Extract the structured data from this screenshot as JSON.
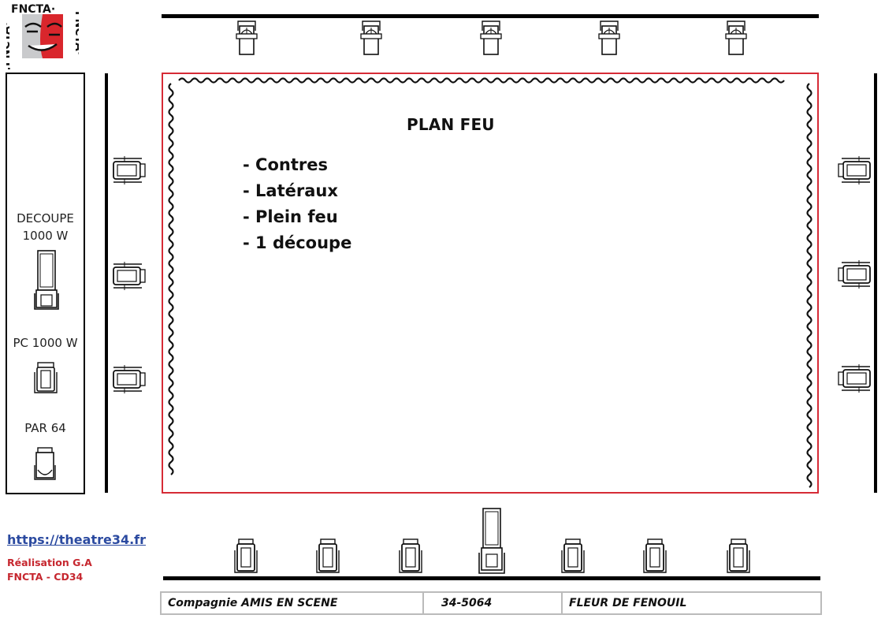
{
  "logo": {
    "text": "FNCTA"
  },
  "legend": {
    "items": [
      {
        "label_line1": "DECOUPE",
        "label_line2": "1000 W",
        "icon": "decoupe-icon"
      },
      {
        "label_line1": "PC 1000 W",
        "icon": "pc-icon"
      },
      {
        "label_line1": "PAR 64",
        "icon": "par64-icon"
      }
    ]
  },
  "plan": {
    "title": "PLAN FEU",
    "items": [
      "- Contres",
      "- Latéraux",
      "- Plein feu",
      "- 1 découpe"
    ]
  },
  "links": {
    "url": "https://theatre34.fr",
    "credit_line1": "Réalisation G.A",
    "credit_line2": "FNCTA - CD34"
  },
  "footer": {
    "company": "Compagnie AMIS EN SCENE",
    "code": "34-5064",
    "title": "FLEUR DE FENOUIL"
  },
  "colors": {
    "stage_border": "#d62b36",
    "link": "#2b4aa0",
    "credit": "#c6272f"
  },
  "fixtures": {
    "top_row": {
      "type": "par64",
      "count": 5
    },
    "left_side": {
      "type": "pc",
      "count": 3
    },
    "right_side": {
      "type": "pc",
      "count": 3
    },
    "bottom_row": {
      "types": [
        "pc",
        "pc",
        "pc",
        "decoupe",
        "pc",
        "pc",
        "pc"
      ]
    }
  }
}
